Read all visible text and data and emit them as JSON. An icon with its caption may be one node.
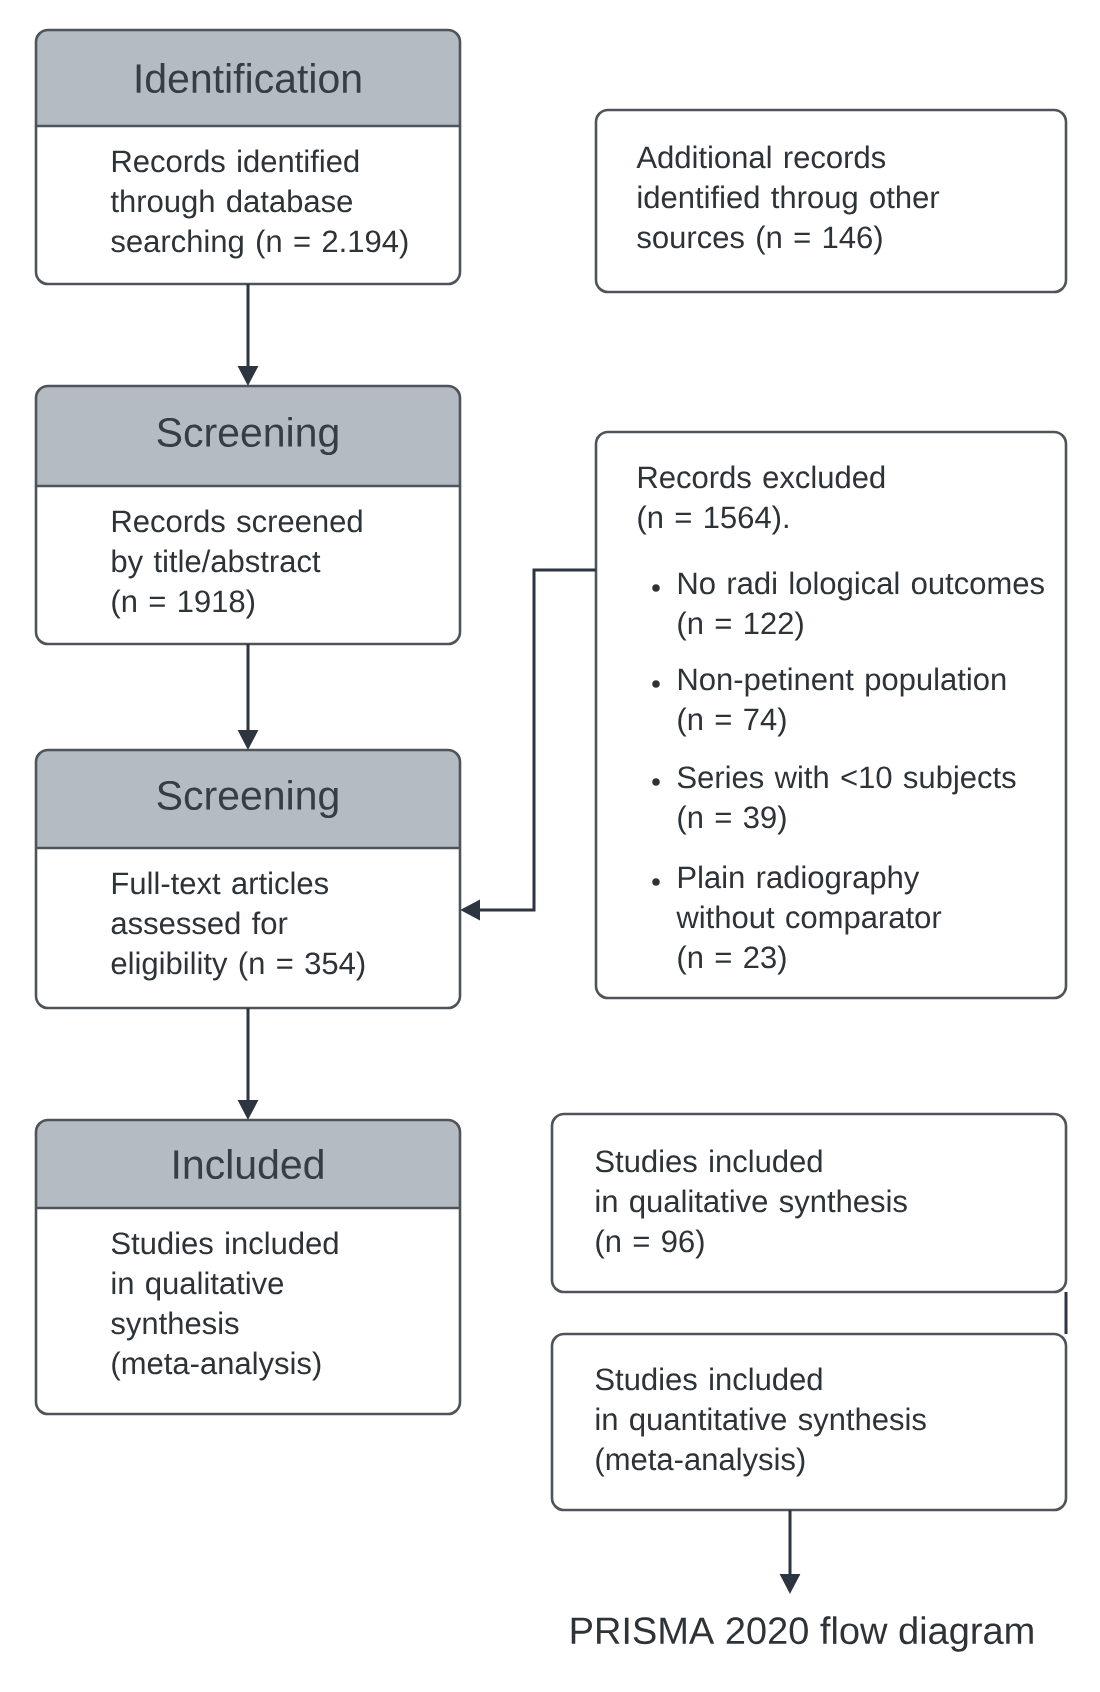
{
  "diagram": {
    "caption": "PRISMA 2020 flow diagram",
    "nodes": [
      {
        "text": [
          "Identification",
          "Records identified through database searching (n = 2.194)"
        ]
      },
      {
        "text": [
          "Additional records identified throug other sources (n = 146)"
        ]
      },
      {
        "text": [
          "Screening",
          "Records screened by title/abstract (n = 1918)"
        ]
      },
      {
        "text": [
          "Records excluded (n = 1564).",
          "No radi lological outcomes (n = 122)",
          "Non-petinent population (n = 74)",
          "Series with <10 subjects (n = 39)",
          "Plain radiography without comparator (n = 23)"
        ]
      },
      {
        "text": [
          "Screening",
          "Full-text articles assessed for eligibility (n = 354)"
        ]
      },
      {
        "text": [
          "Included",
          "Studies included in qualitative synthesis (meta-analysis)"
        ]
      },
      {
        "text": [
          "Studies included in qualitative synthesis (n = 96)"
        ]
      },
      {
        "text": [
          "Studies included in quantitative synthesis (meta-analysis)"
        ]
      }
    ],
    "edges": [
      {
        "from": 0,
        "to": 2,
        "arrow": "to"
      },
      {
        "from": 2,
        "to": 4,
        "arrow": "to"
      },
      {
        "from": 3,
        "to": 4,
        "arrow": "to"
      },
      {
        "from": 4,
        "to": 5,
        "arrow": "to"
      },
      {
        "from": 6,
        "to": 7,
        "arrow": "none"
      },
      {
        "from": 7,
        "to": null,
        "arrow": "to"
      }
    ]
  }
}
